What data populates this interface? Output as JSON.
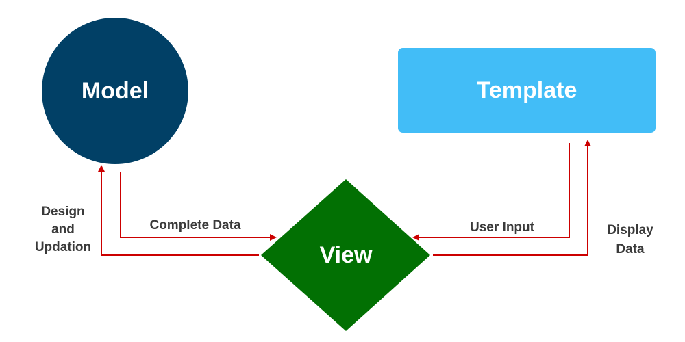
{
  "nodes": {
    "model": "Model",
    "template": "Template",
    "view": "View"
  },
  "edges": {
    "complete_data": "Complete Data",
    "user_input": "User Input",
    "design_and_updation": [
      "Design",
      "and",
      "Updation"
    ],
    "display_data": [
      "Display",
      "Data"
    ]
  },
  "colors": {
    "model": "#014066",
    "template": "#42bdf7",
    "view": "#027003",
    "arrow": "#cc0000",
    "label_text": "#3a3a3a"
  }
}
